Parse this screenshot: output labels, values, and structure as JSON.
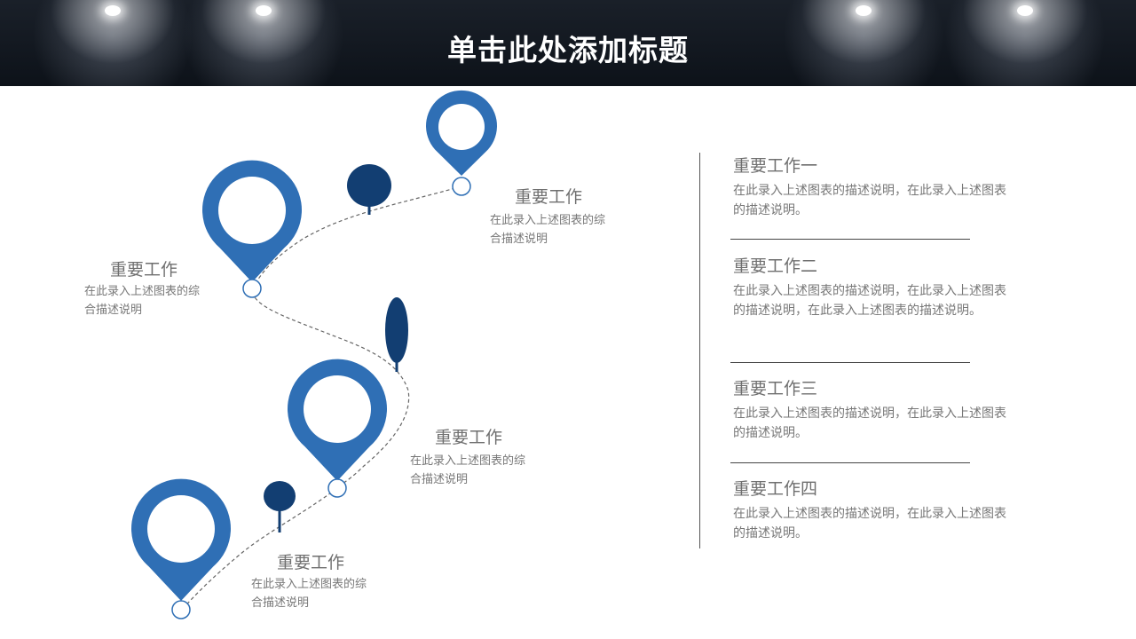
{
  "header": {
    "title": "单击此处添加标题"
  },
  "colors": {
    "pin": "#2f6fb5",
    "tree": "#123e72",
    "header_bg": "#111720",
    "text": "#6f6f6f"
  },
  "route_labels": [
    {
      "heading": "重要工作",
      "description": "在此录入上述图表的综合描述说明"
    },
    {
      "heading": "重要工作",
      "description": "在此录入上述图表的综合描述说明"
    },
    {
      "heading": "重要工作",
      "description": "在此录入上述图表的综合描述说明"
    },
    {
      "heading": "重要工作",
      "description": "在此录入上述图表的综合描述说明"
    }
  ],
  "items": [
    {
      "heading": "重要工作一",
      "description": "在此录入上述图表的描述说明，在此录入上述图表的描述说明。"
    },
    {
      "heading": "重要工作二",
      "description": "在此录入上述图表的描述说明，在此录入上述图表的描述说明，在此录入上述图表的描述说明。"
    },
    {
      "heading": "重要工作三",
      "description": "在此录入上述图表的描述说明，在此录入上述图表的描述说明。"
    },
    {
      "heading": "重要工作四",
      "description": "在此录入上述图表的描述说明，在此录入上述图表的描述说明。"
    }
  ]
}
